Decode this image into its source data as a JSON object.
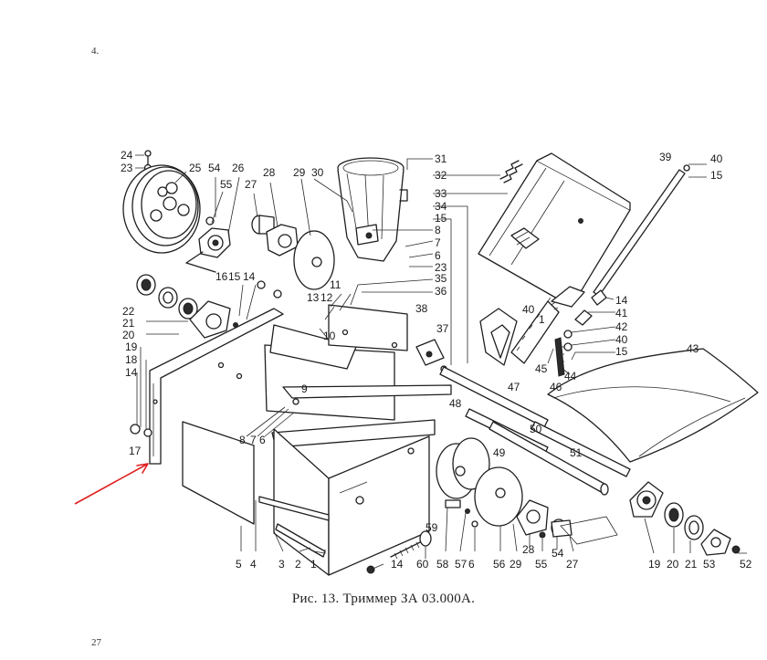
{
  "caption": "Рис. 13. Триммер ЗА 03.000А.",
  "corner_top": "4.",
  "corner_bottom": "27",
  "callouts": [
    "24",
    "23",
    "25",
    "54",
    "26",
    "55",
    "27",
    "28",
    "29",
    "30",
    "31",
    "32",
    "33",
    "34",
    "15",
    "8",
    "7",
    "6",
    "23",
    "35",
    "36",
    "13",
    "12",
    "11",
    "10",
    "9",
    "16",
    "15",
    "14",
    "22",
    "21",
    "20",
    "19",
    "18",
    "14",
    "17",
    "8",
    "7",
    "6",
    "5",
    "4",
    "3",
    "2",
    "1",
    "38",
    "37",
    "40",
    "1",
    "47",
    "46",
    "45",
    "44",
    "39",
    "40",
    "15",
    "14",
    "41",
    "42",
    "40",
    "15",
    "43",
    "48",
    "50",
    "49",
    "51",
    "59",
    "60",
    "14",
    "58",
    "57",
    "6",
    "56",
    "29",
    "28",
    "55",
    "54",
    "27",
    "19",
    "20",
    "21",
    "53",
    "52"
  ],
  "colors": {
    "ink": "#1f1f1f",
    "arrow": "#e02020",
    "paper": "#ffffff"
  },
  "icons": {
    "pointer": "red-arrow-icon"
  }
}
